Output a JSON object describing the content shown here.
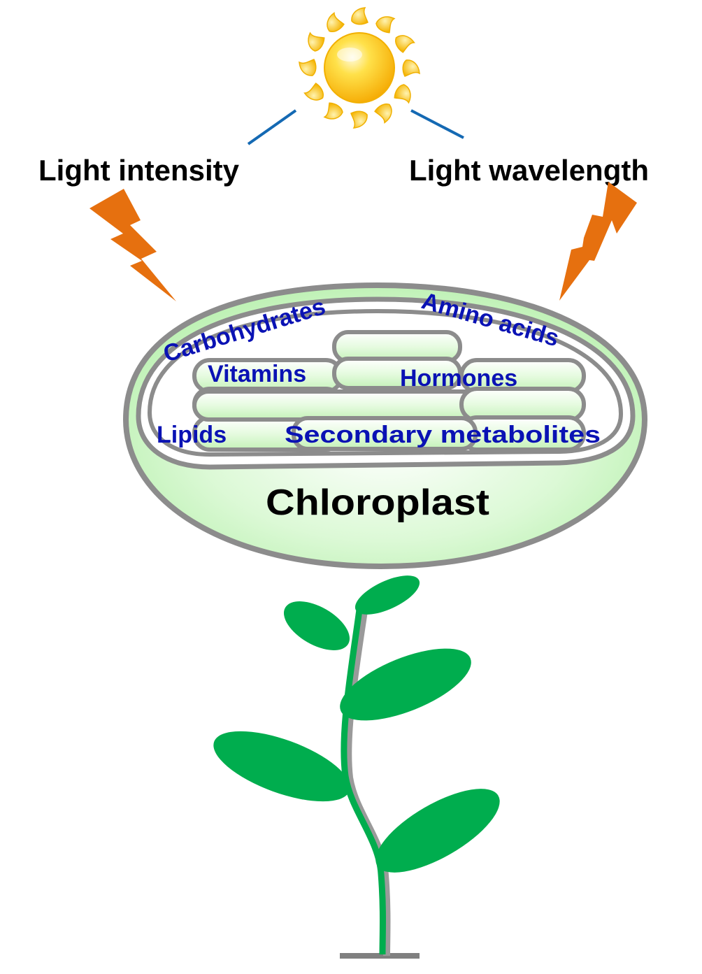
{
  "title": "Light regulation of chloroplast metabolites",
  "colors": {
    "sun": "#ffc400",
    "connector": "#1469b3",
    "bolt": "#e6700f",
    "metabolite_text": "#0a12b4",
    "membrane": "#8c8c8c",
    "stroma": "#c8f5c0",
    "plant": "#00ad4e",
    "ground": "#808080"
  },
  "factors": {
    "left": "Light intensity",
    "right": "Light wavelength"
  },
  "organelle_label": "Chloroplast",
  "metabolites": {
    "carbohydrates": "Carbohydrates",
    "amino_acids": "Amino acids",
    "vitamins": "Vitamins",
    "hormones": "Hormones",
    "lipids": "Lipids",
    "secondary_metabolites": "Secondary metabolites"
  },
  "icons": {
    "sun": "sun-icon",
    "bolt_left": "lightning-bolt-icon",
    "bolt_right": "lightning-bolt-icon",
    "plant": "plant-icon"
  }
}
